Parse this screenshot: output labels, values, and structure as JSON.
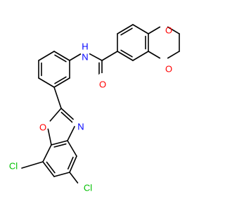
{
  "colors": {
    "background": "#ffffff",
    "bond": "#000000",
    "carbon": "#000000",
    "nitrogen": "#0000ff",
    "oxygen": "#ff0000",
    "chlorine": "#00c000"
  },
  "labels": {
    "amide_nh": "H",
    "amide_n": "N",
    "amide_o": "O",
    "dioxane_o_top": "O",
    "dioxane_o_bottom": "O",
    "oxazole_n": "N",
    "oxazole_o": "O",
    "cl_left": "Cl",
    "cl_right": "Cl"
  }
}
